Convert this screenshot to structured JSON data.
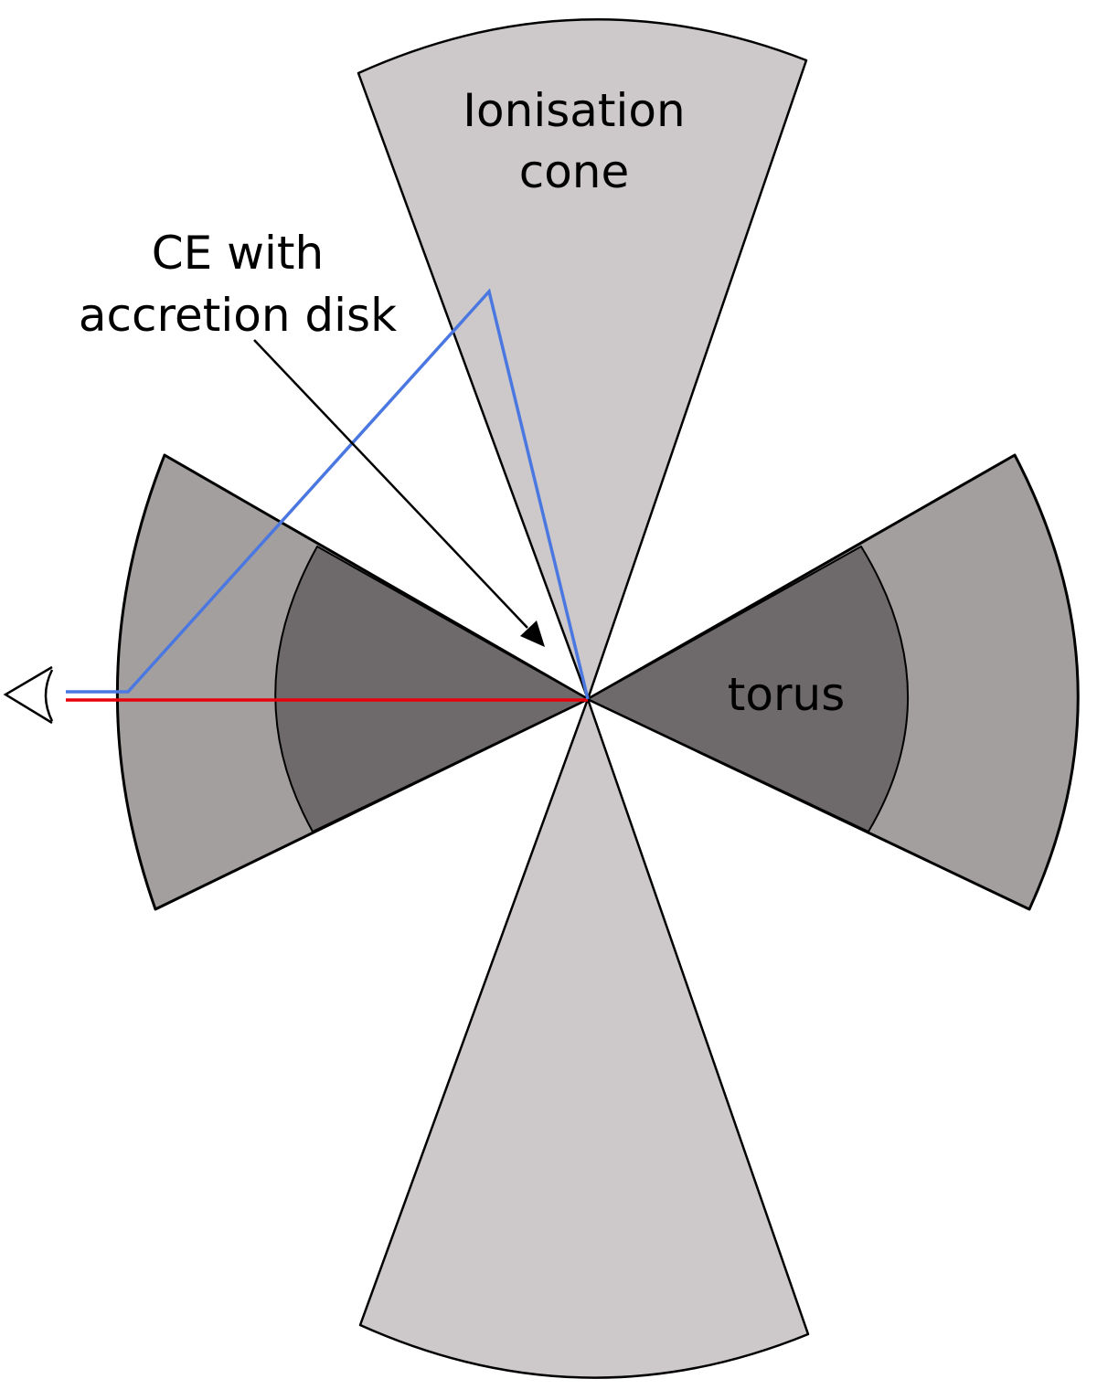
{
  "labels": {
    "cone_line1": "Ionisation",
    "cone_line2": "cone",
    "ce_line1": "CE with",
    "ce_line2": "accretion disk",
    "torus": "torus"
  },
  "icons": {
    "observer": "eye-icon"
  },
  "colors": {
    "cone_fill": "#cdc9cb",
    "torus_outer_fill": "#a39f9e",
    "torus_inner_fill": "#6e6a6b",
    "outline": "#000000",
    "direct_ray": "#e8000a",
    "scattered_ray": "#4a78e0",
    "background": "#ffffff"
  }
}
